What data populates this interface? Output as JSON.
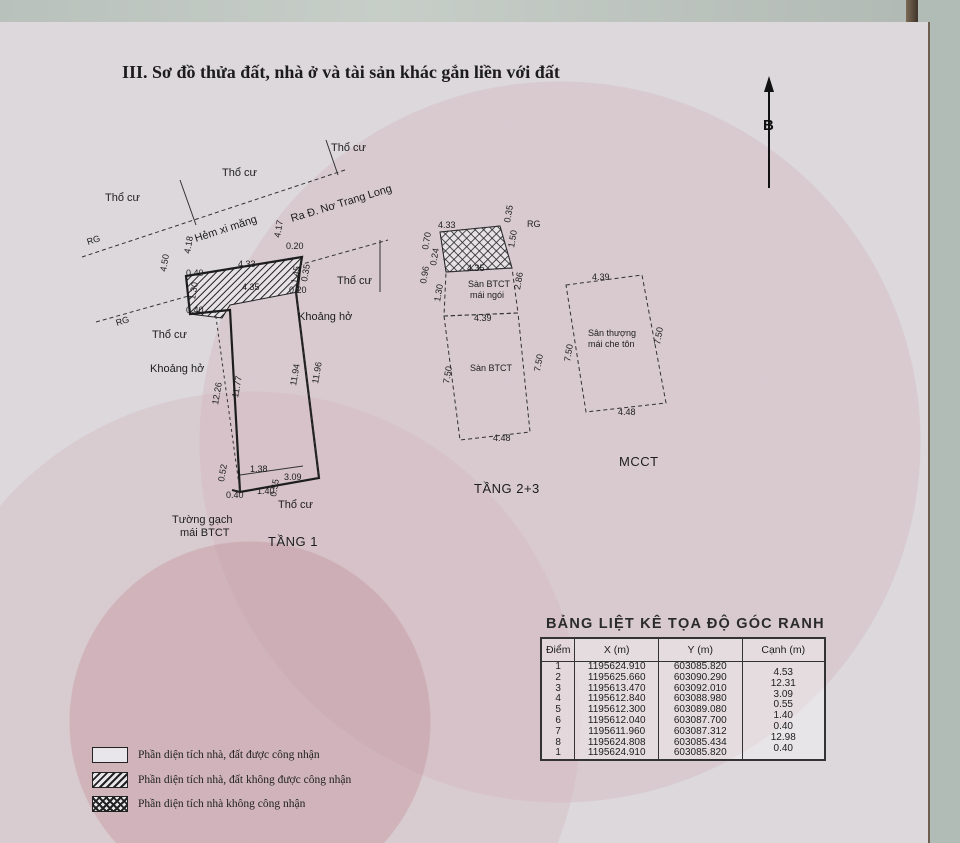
{
  "heading": "III. Sơ đồ thửa đất, nhà ở và tài sản khác gắn liền với đất",
  "north": "B",
  "plan1": {
    "title": "TẦNG 1",
    "labels": {
      "tho_cu_top": "Thổ cư",
      "tho_cu_top2": "Thổ cư",
      "tho_cu_left": "Thổ cư",
      "hem": "Hẻm xi măng",
      "road": "Ra Đ. Nơ Trang Long",
      "rg1": "RG",
      "rg2": "RG",
      "tho_cu_right": "Thổ cư",
      "tho_cu_mid_left": "Thổ cư",
      "khoang_ha_right": "Khoảng hở",
      "khoang_ha_left": "Khoảng hở",
      "tho_cu_bottom": "Thổ cư",
      "tuong_gach_1": "Tường gạch",
      "tuong_gach_2": "mái BTCT"
    },
    "dims": {
      "d418": "4.18",
      "d417": "4.17",
      "d450": "4.50",
      "d020": "0.20",
      "d433": "4.33",
      "d040": "0.40",
      "d035": "0.35",
      "d145": "1.45",
      "d435": "4.35",
      "d020b": "0.20",
      "d130": "1.30",
      "d040b": "0.40",
      "d1194": "11.94",
      "d1196": "11.96",
      "d1177": "11.77",
      "d1226": "12.26",
      "d052": "0.52",
      "d138": "1.38",
      "d055": "0.55",
      "d040c": "0.40",
      "d140": "1.40",
      "d309": "3.09"
    }
  },
  "plan2": {
    "title": "TẦNG 2+3",
    "labels": {
      "san_btct_mai_ngoi_1": "Sàn BTCT",
      "san_btct_mai_ngoi_2": "mái ngói",
      "san_btct": "Sàn BTCT",
      "rg": "RG"
    },
    "dims": {
      "top": "4.33",
      "d435": "4.35",
      "d439": "4.39",
      "d150": "1.50",
      "d286": "2.86",
      "d750l": "7.50",
      "d750r": "7.50",
      "d448": "4.48",
      "d035": "0.35",
      "d070": "0.70",
      "d024": "0.24",
      "d096": "0.96",
      "d130": "1.30"
    }
  },
  "plan3": {
    "title": "MCCT",
    "labels": {
      "san_1": "Sân thượng",
      "san_2": "mái che tôn"
    },
    "dims": {
      "top": "4.39",
      "left": "7.50",
      "right": "7.50",
      "bottom": "4.48"
    }
  },
  "coord_table": {
    "title": "BẢNG LIỆT KÊ TỌA ĐỘ GÓC RANH",
    "headers": [
      "Điểm",
      "X (m)",
      "Y (m)",
      "Cạnh (m)"
    ],
    "rows": [
      {
        "p": "1",
        "x": "1195624.910",
        "y": "603085.820",
        "c": "4.53"
      },
      {
        "p": "2",
        "x": "1195625.660",
        "y": "603090.290",
        "c": "12.31"
      },
      {
        "p": "3",
        "x": "1195613.470",
        "y": "603092.010",
        "c": "3.09"
      },
      {
        "p": "4",
        "x": "1195612.840",
        "y": "603088.980",
        "c": "0.55"
      },
      {
        "p": "5",
        "x": "1195612.300",
        "y": "603089.080",
        "c": "1.40"
      },
      {
        "p": "6",
        "x": "1195612.040",
        "y": "603087.700",
        "c": "0.40"
      },
      {
        "p": "7",
        "x": "1195611.960",
        "y": "603087.312",
        "c": "12.98"
      },
      {
        "p": "8",
        "x": "1195624.808",
        "y": "603085.434",
        "c": "0.40"
      },
      {
        "p": "1",
        "x": "1195624.910",
        "y": "603085.820",
        "c": ""
      }
    ]
  },
  "legend": [
    {
      "kind": "plain",
      "text": "Phần diện tích nhà, đất được công nhận"
    },
    {
      "kind": "hatch",
      "text": "Phần diện tích nhà, đất không được công nhận"
    },
    {
      "kind": "cross",
      "text": "Phần diện tích nhà không công nhận"
    }
  ]
}
